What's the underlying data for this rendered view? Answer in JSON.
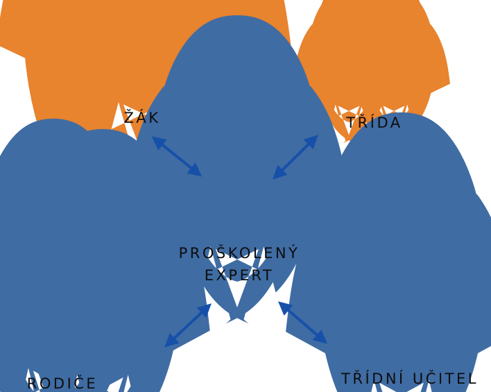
{
  "nodes": {
    "student": {
      "label": "ŽÁK"
    },
    "class": {
      "label": "TŘÍDA"
    },
    "expert": {
      "label_line1": "PROŠKOLENÝ",
      "label_line2": "EXPERT"
    },
    "parents": {
      "label": "RODIČE"
    },
    "teacher": {
      "label": "TŘÍDNÍ UČITEL"
    }
  },
  "colors": {
    "orange": "#E8832E",
    "blue": "#3F6CA3",
    "arrow": "#1750A8",
    "text": "#0d0d0d"
  }
}
